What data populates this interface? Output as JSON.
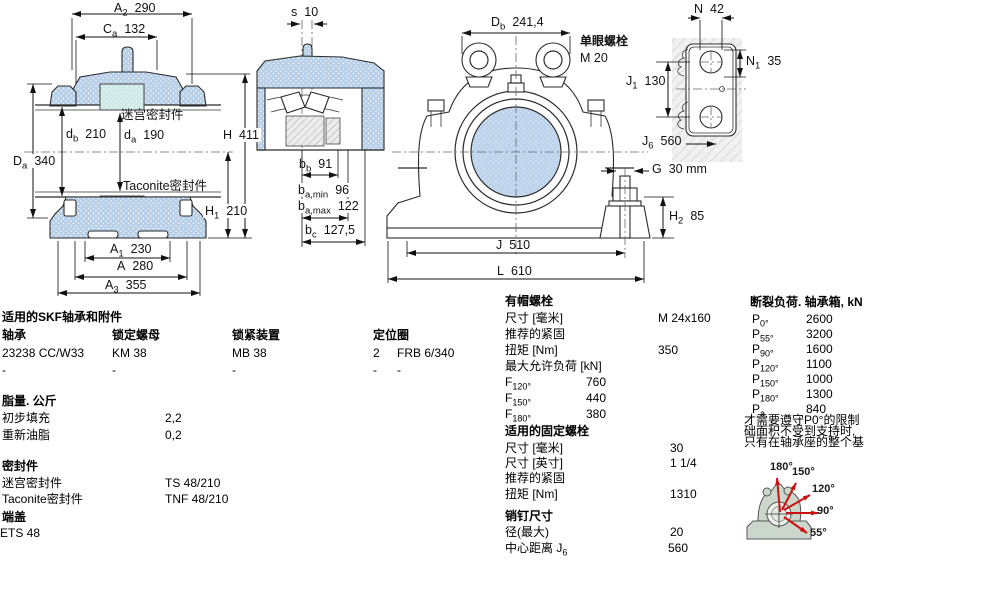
{
  "colors": {
    "housing_fill": "#b7cfe8",
    "sleeve_fill": "#cfe9e6",
    "bore_fill": "#bdd3ec",
    "arrow_red": "#cc1111",
    "pictogram_fill": "#ccd7cb"
  },
  "d1": {
    "a2": {
      "s": "A",
      "b": "2",
      "v": "290"
    },
    "ca": {
      "s": "C",
      "b": "a",
      "v": "132"
    },
    "labyrinth": "迷宫密封件",
    "db": {
      "s": "d",
      "b": "b",
      "v": "210"
    },
    "da": {
      "s": "d",
      "b": "a",
      "v": "190"
    },
    "h": {
      "s": "H",
      "b": "",
      "v": "411"
    },
    "Da": {
      "s": "D",
      "b": "a",
      "v": "340"
    },
    "taconite": "Taconite密封件",
    "h1": {
      "s": "H",
      "b": "1",
      "v": "210"
    },
    "a1": {
      "s": "A",
      "b": "1",
      "v": "230"
    },
    "a": {
      "s": "A",
      "b": "",
      "v": "280"
    },
    "a3": {
      "s": "A",
      "b": "3",
      "v": "355"
    }
  },
  "d2": {
    "s": {
      "s": "s",
      "b": "",
      "v": "10"
    },
    "bb": {
      "s": "b",
      "b": "b",
      "v": "91"
    },
    "bamin": {
      "s": "b",
      "b": "a,min",
      "v": "96"
    },
    "bamax": {
      "s": "b",
      "b": "a,max",
      "v": "122"
    },
    "bc": {
      "s": "b",
      "b": "c",
      "v": "127,5"
    }
  },
  "d3": {
    "Db": {
      "s": "D",
      "b": "b",
      "v": "241,4"
    },
    "eyebolt_label": "单眼螺栓",
    "eyebolt_size": "M 20",
    "j": {
      "s": "J",
      "b": "",
      "v": "510"
    },
    "l": {
      "s": "L",
      "b": "",
      "v": "610"
    }
  },
  "d4": {
    "n": {
      "s": "N",
      "b": "",
      "v": "42"
    },
    "n1": {
      "s": "N",
      "b": "1",
      "v": "35"
    },
    "j1": {
      "s": "J",
      "b": "1",
      "v": "130"
    },
    "j6": {
      "s": "J",
      "b": "6",
      "v": "560"
    },
    "g": {
      "s": "G",
      "b": "",
      "v": "30 mm"
    },
    "h2": {
      "s": "H",
      "b": "2",
      "v": "85"
    }
  },
  "bearing_table": {
    "title": "适用的SKF轴承和附件",
    "col_bearing": "轴承",
    "col_locknut": "锁定螺母",
    "col_locking_device": "锁紧装置",
    "col_locating_ring": "定位圈",
    "row1": [
      "23238 CC/W33",
      "KM 38",
      "MB 38",
      "2",
      "FRB 6/340"
    ],
    "row2": [
      "-",
      "-",
      "-",
      "-",
      "-"
    ]
  },
  "grease": {
    "title": "脂量. 公斤",
    "initial_fill_label": "初步填充",
    "initial_fill_value": "2,2",
    "relub_label": "重新油脂",
    "relub_value": "0,2"
  },
  "seals": {
    "title": "密封件",
    "labyrinth_label": "迷宫密封件",
    "labyrinth_value": "TS 48/210",
    "taconite_label": "Taconite密封件",
    "taconite_value": "TNF 48/210"
  },
  "end_cover": {
    "title": "端盖",
    "value": "ETS 48"
  },
  "cap_bolts": {
    "title": "有帽螺栓",
    "size_label": "尺寸 [毫米]",
    "size_value": "M 24x160",
    "recommended_label": "推荐的紧固",
    "torque_label": "扭矩 [Nm]",
    "torque_value": "350",
    "max_load_label": "最大允许负荷 [kN]",
    "loads": [
      {
        "s": "F",
        "b": "120°",
        "v": "760"
      },
      {
        "s": "F",
        "b": "150°",
        "v": "440"
      },
      {
        "s": "F",
        "b": "180°",
        "v": "380"
      }
    ]
  },
  "attach_bolts": {
    "title": "适用的固定螺栓",
    "size_mm_label": "尺寸 [毫米]",
    "size_mm_value": "30",
    "size_in_label": "尺寸 [英寸]",
    "size_in_value": "1 1/4",
    "recommended_label": "推荐的紧固",
    "torque_label": "扭矩 [Nm]",
    "torque_value": "1310"
  },
  "pins": {
    "title": "销钉尺寸",
    "dia_label": "径(最大)",
    "dia_value": "20",
    "center_label": "中心距离 J",
    "center_sub": "6",
    "center_value": "560"
  },
  "breaking": {
    "title": "断裂负荷. 轴承箱, kN",
    "loads": [
      {
        "s": "P",
        "b": "0°",
        "v": "2600"
      },
      {
        "s": "P",
        "b": "55°",
        "v": "3200"
      },
      {
        "s": "P",
        "b": "90°",
        "v": "1600"
      },
      {
        "s": "P",
        "b": "120°",
        "v": "1100"
      },
      {
        "s": "P",
        "b": "150°",
        "v": "1000"
      },
      {
        "s": "P",
        "b": "180°",
        "v": "1300"
      },
      {
        "s": "P",
        "b": "a",
        "v": "840"
      }
    ],
    "note1": "才需要遵守P0°的限制",
    "note2": "础面积不受到支持时,",
    "note3": "只有在轴承座的整个基"
  },
  "angles": {
    "a180": "180°",
    "a150": "150°",
    "a120": "120°",
    "a90": "90°",
    "a55": "55°"
  }
}
